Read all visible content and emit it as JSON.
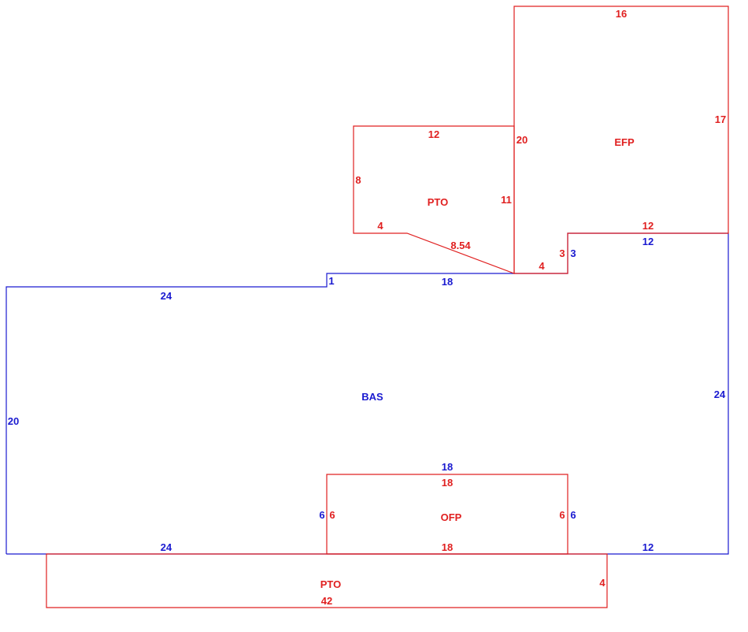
{
  "colors": {
    "bas": "#1a1ad0",
    "addition": "#e02020"
  },
  "bas": {
    "label": "BAS",
    "dims": {
      "top_left": "24",
      "step": "1",
      "top_mid": "18",
      "top_right": "12",
      "notch": "3",
      "left": "20",
      "right": "24",
      "bottom_left": "24",
      "bottom_right": "12",
      "ofp_top": "18",
      "ofp_left": "6",
      "ofp_right": "6"
    }
  },
  "pto_upper": {
    "label": "PTO",
    "dims": {
      "top": "12",
      "left": "8",
      "bottom": "4",
      "diagonal": "8.54",
      "right": "11"
    }
  },
  "efp": {
    "label": "EFP",
    "dims": {
      "top": "16",
      "left": "20",
      "right": "17",
      "bottom": "12",
      "step": "3",
      "bottom_left": "4"
    }
  },
  "ofp": {
    "label": "OFP",
    "dims": {
      "top": "18",
      "left": "6",
      "right": "6",
      "bottom": "18"
    }
  },
  "pto_lower": {
    "label": "PTO",
    "dims": {
      "right": "4",
      "bottom": "42"
    }
  }
}
